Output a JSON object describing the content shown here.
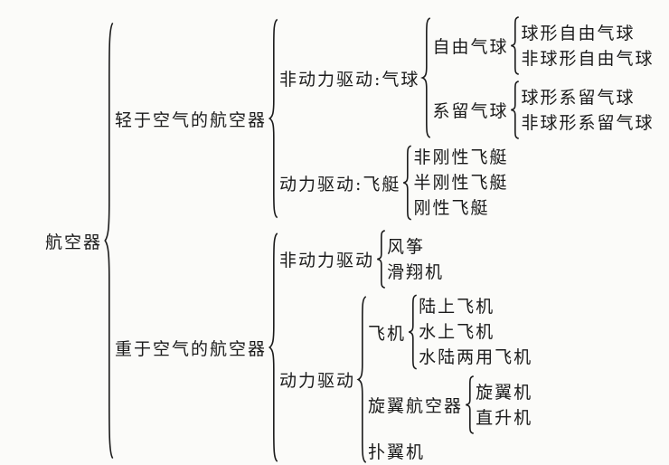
{
  "page": {
    "background_color": "#fbfbf9",
    "ink_color": "#1b1b1b"
  },
  "tree": {
    "label": "航空器",
    "children": [
      {
        "label": "轻于空气的航空器",
        "children": [
          {
            "label": "非动力驱动:气球",
            "children": [
              {
                "label": "自由气球",
                "children": [
                  {
                    "label": "球形自由气球"
                  },
                  {
                    "label": "非球形自由气球"
                  }
                ]
              },
              {
                "label": "系留气球",
                "children": [
                  {
                    "label": "球形系留气球"
                  },
                  {
                    "label": "非球形系留气球"
                  }
                ]
              }
            ]
          },
          {
            "label": "动力驱动:飞艇",
            "children": [
              {
                "label": "非刚性飞艇"
              },
              {
                "label": "半刚性飞艇"
              },
              {
                "label": "刚性飞艇"
              }
            ]
          }
        ]
      },
      {
        "label": "重于空气的航空器",
        "children": [
          {
            "label": "非动力驱动",
            "children": [
              {
                "label": "风筝"
              },
              {
                "label": "滑翔机"
              }
            ]
          },
          {
            "label": "动力驱动",
            "children": [
              {
                "label": "飞机",
                "children": [
                  {
                    "label": "陆上飞机"
                  },
                  {
                    "label": "水上飞机"
                  },
                  {
                    "label": "水陆两用飞机"
                  }
                ]
              },
              {
                "label": "旋翼航空器",
                "children": [
                  {
                    "label": "旋翼机"
                  },
                  {
                    "label": "直升机"
                  }
                ]
              },
              {
                "label": "扑翼机"
              }
            ]
          }
        ]
      }
    ]
  }
}
